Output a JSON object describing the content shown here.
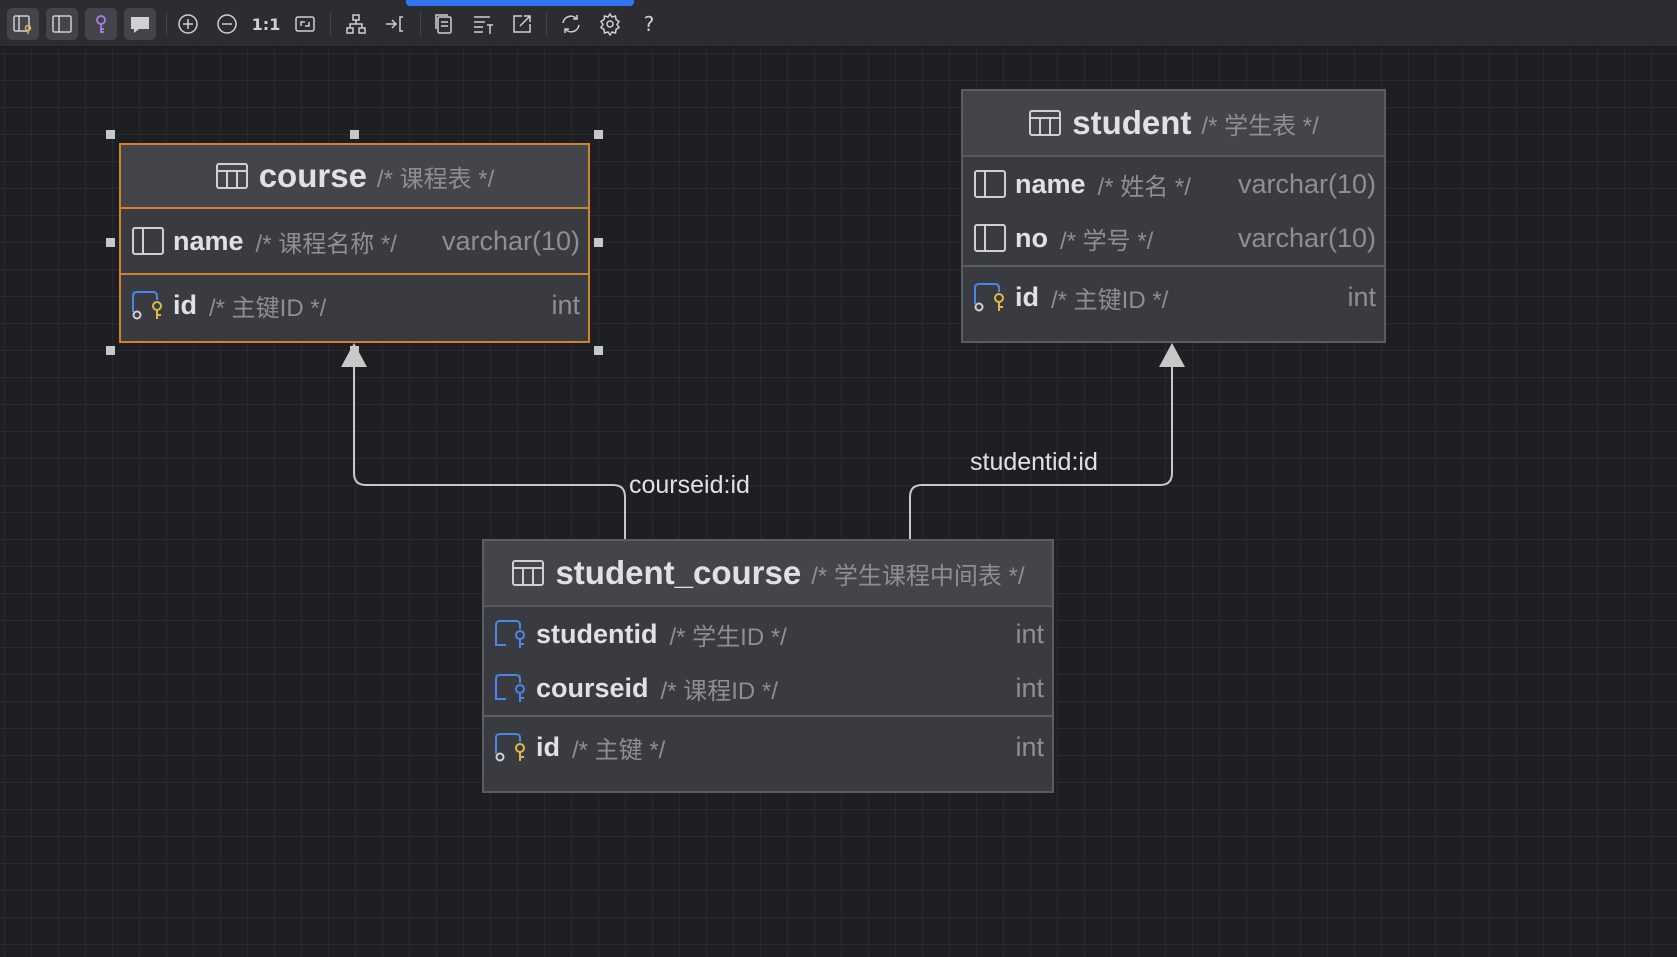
{
  "toolbar": {
    "zoom_reset_label": "1:1",
    "help_label": "?",
    "buttons": [
      {
        "icon": "show-columns-icon",
        "active": true
      },
      {
        "icon": "show-table-icon",
        "active": true
      },
      {
        "icon": "show-keys-icon",
        "active": true
      },
      {
        "icon": "show-comments-icon",
        "active": true
      },
      {
        "icon": "zoom-in-icon"
      },
      {
        "icon": "zoom-out-icon"
      },
      {
        "icon": "actual-size-icon"
      },
      {
        "icon": "fit-content-icon"
      },
      {
        "icon": "layout-icon"
      },
      {
        "icon": "go-to-source-icon"
      },
      {
        "icon": "copy-icon"
      },
      {
        "icon": "show-text-icon"
      },
      {
        "icon": "export-icon"
      },
      {
        "icon": "refresh-icon"
      },
      {
        "icon": "settings-icon"
      },
      {
        "icon": "help-icon"
      }
    ]
  },
  "tables": {
    "course": {
      "name": "course",
      "comment": "/* 课程表 */",
      "selected": true,
      "columns": [
        {
          "name": "name",
          "comment": "/* 课程名称 */",
          "type": "varchar(10)",
          "kind": "column"
        },
        {
          "name": "id",
          "comment": "/* 主键ID */",
          "type": "int",
          "kind": "primary-key"
        }
      ]
    },
    "student": {
      "name": "student",
      "comment": "/* 学生表 */",
      "columns": [
        {
          "name": "name",
          "comment": "/* 姓名 */",
          "type": "varchar(10)",
          "kind": "column"
        },
        {
          "name": "no",
          "comment": "/* 学号 */",
          "type": "varchar(10)",
          "kind": "column"
        },
        {
          "name": "id",
          "comment": "/* 主键ID */",
          "type": "int",
          "kind": "primary-key"
        }
      ]
    },
    "student_course": {
      "name": "student_course",
      "comment": "/* 学生课程中间表 */",
      "columns": [
        {
          "name": "studentid",
          "comment": "/* 学生ID */",
          "type": "int",
          "kind": "foreign-key"
        },
        {
          "name": "courseid",
          "comment": "/* 课程ID */",
          "type": "int",
          "kind": "foreign-key"
        },
        {
          "name": "id",
          "comment": "/* 主键 */",
          "type": "int",
          "kind": "primary-key"
        }
      ]
    }
  },
  "relations": [
    {
      "from": "student_course",
      "to": "course",
      "label": "courseid:id"
    },
    {
      "from": "student_course",
      "to": "student",
      "label": "studentid:id"
    }
  ],
  "colors": {
    "background": "#1e1f22",
    "toolbar": "#2b2d30",
    "selection": "#d0822f",
    "progress": "#3574f0",
    "key_gold": "#e0b84a",
    "fk_blue": "#4a86e8"
  }
}
